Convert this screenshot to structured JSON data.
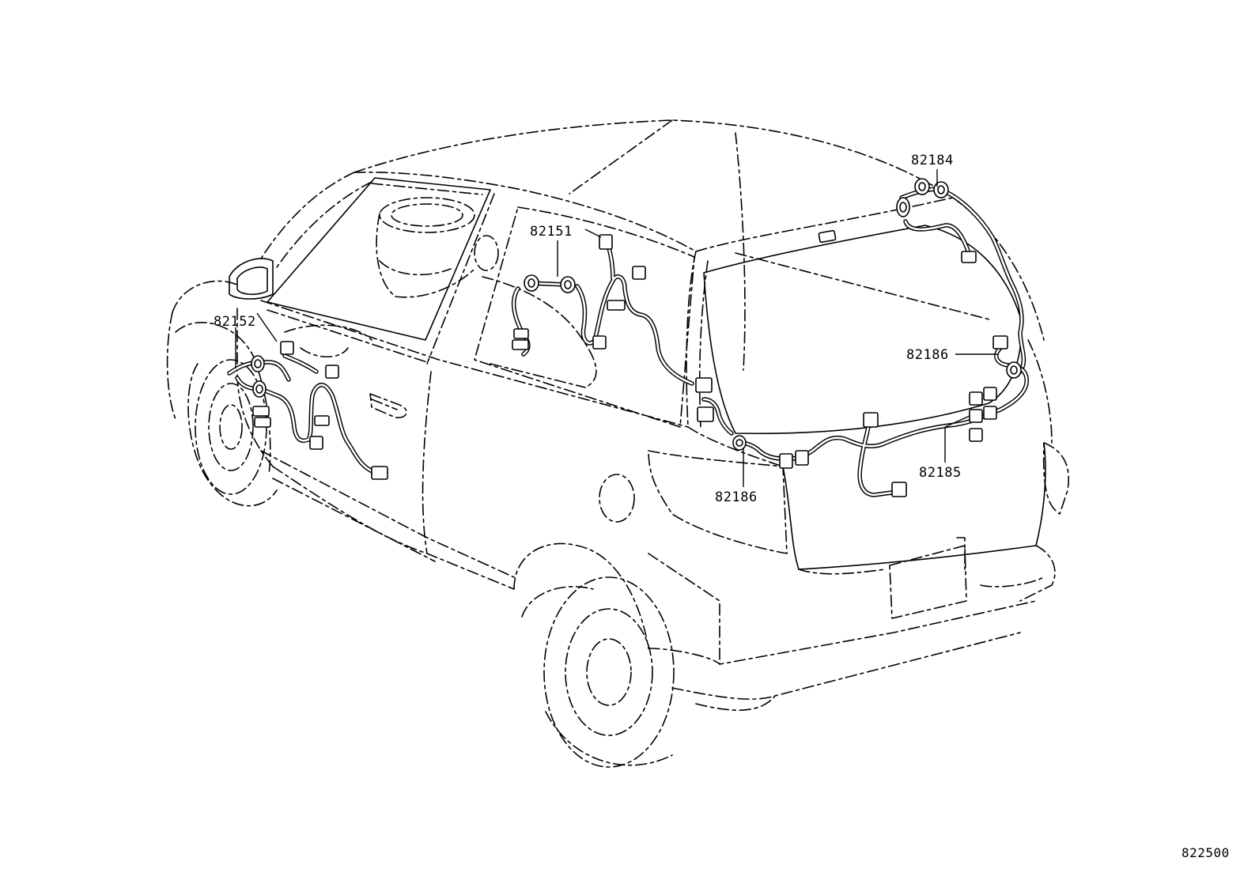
{
  "diagram": {
    "part_labels": {
      "p82184": "82184",
      "p82151": "82151",
      "p82152": "82152",
      "p82186_right": "82186",
      "p82186_center": "82186",
      "p82185": "82185"
    },
    "reference_code": "822500"
  }
}
